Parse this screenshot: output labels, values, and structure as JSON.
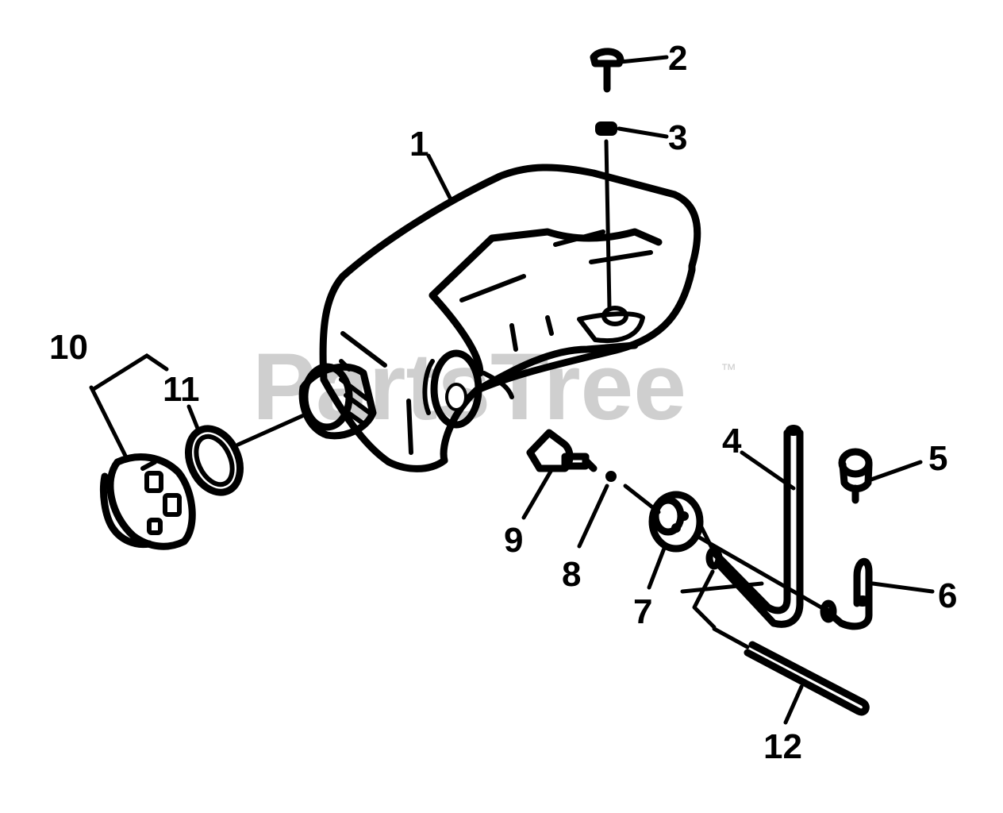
{
  "diagram": {
    "callouts": {
      "c1": "1",
      "c2": "2",
      "c3": "3",
      "c4": "4",
      "c5": "5",
      "c6": "6",
      "c7": "7",
      "c8": "8",
      "c9": "9",
      "c10": "10",
      "c11": "11",
      "c12": "12"
    },
    "watermark": {
      "text": "PartsTree",
      "trademark": "™"
    }
  }
}
